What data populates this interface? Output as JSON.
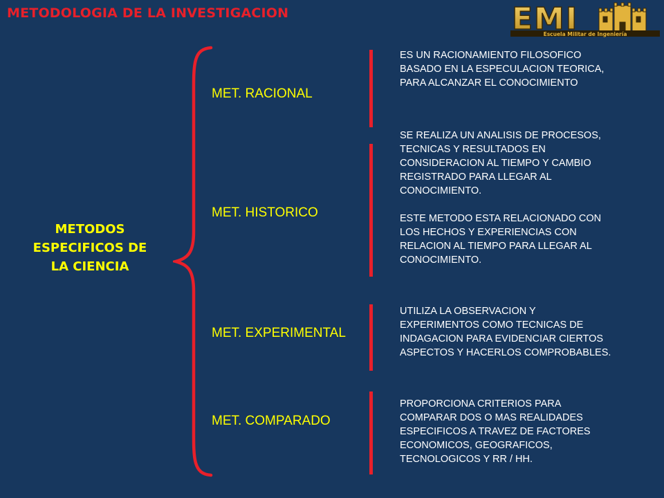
{
  "page": {
    "title": "METODOLOGIA DE LA INVESTIGACION"
  },
  "logo": {
    "text": "EMI",
    "subtitle": "Escuela Militar de Ingeniería"
  },
  "main_topic": {
    "lines": [
      "METODOS",
      "ESPECIFICOS DE",
      "LA CIENCIA"
    ]
  },
  "methods": [
    {
      "label": "MET. RACIONAL"
    },
    {
      "label": "MET. HISTORICO"
    },
    {
      "label": "MET. EXPERIMENTAL"
    },
    {
      "label": "MET. COMPARADO"
    }
  ],
  "descriptions": [
    {
      "lines": [
        "ES UN RACIONAMIENTO FILOSOFICO",
        "BASADO EN LA ESPECULACION  TEORICA,",
        "PARA ALCANZAR  EL CONOCIMIENTO"
      ]
    },
    {
      "lines": [
        "SE REALIZA UN ANALISIS DE PROCESOS,",
        "TECNICAS Y RESULTADOS  EN",
        "CONSIDERACION AL TIEMPO  Y CAMBIO",
        "REGISTRADO  PARA LLEGAR AL",
        "CONOCIMIENTO."
      ]
    },
    {
      "lines": [
        "ESTE METODO ESTA RELACIONADO CON",
        "LOS HECHOS  Y EXPERIENCIAS  CON",
        "RELACION AL TIEMPO PARA LLEGAR AL",
        "CONOCIMIENTO."
      ]
    },
    {
      "lines": [
        "UTILIZA  LA OBSERVACION  Y",
        "EXPERIMENTOS  COMO TECNICAS DE",
        "INDAGACION  PARA  EVIDENCIAR  CIERTOS",
        "ASPECTOS Y HACERLOS COMPROBABLES."
      ]
    },
    {
      "lines": [
        "PROPORCIONA CRITERIOS PARA",
        "COMPARAR  DOS O MAS REALIDADES",
        "ESPECIFICOS  A TRAVEZ  DE  FACTORES",
        "ECONOMICOS, GEOGRAFICOS,",
        "TECNOLOGICOS Y RR / HH."
      ]
    }
  ],
  "colors": {
    "background": "#17375e",
    "accent_red": "#e8202a",
    "highlight_yellow": "#ffff00",
    "text_white": "#ffffff",
    "logo_gold": "#e2b33c"
  }
}
